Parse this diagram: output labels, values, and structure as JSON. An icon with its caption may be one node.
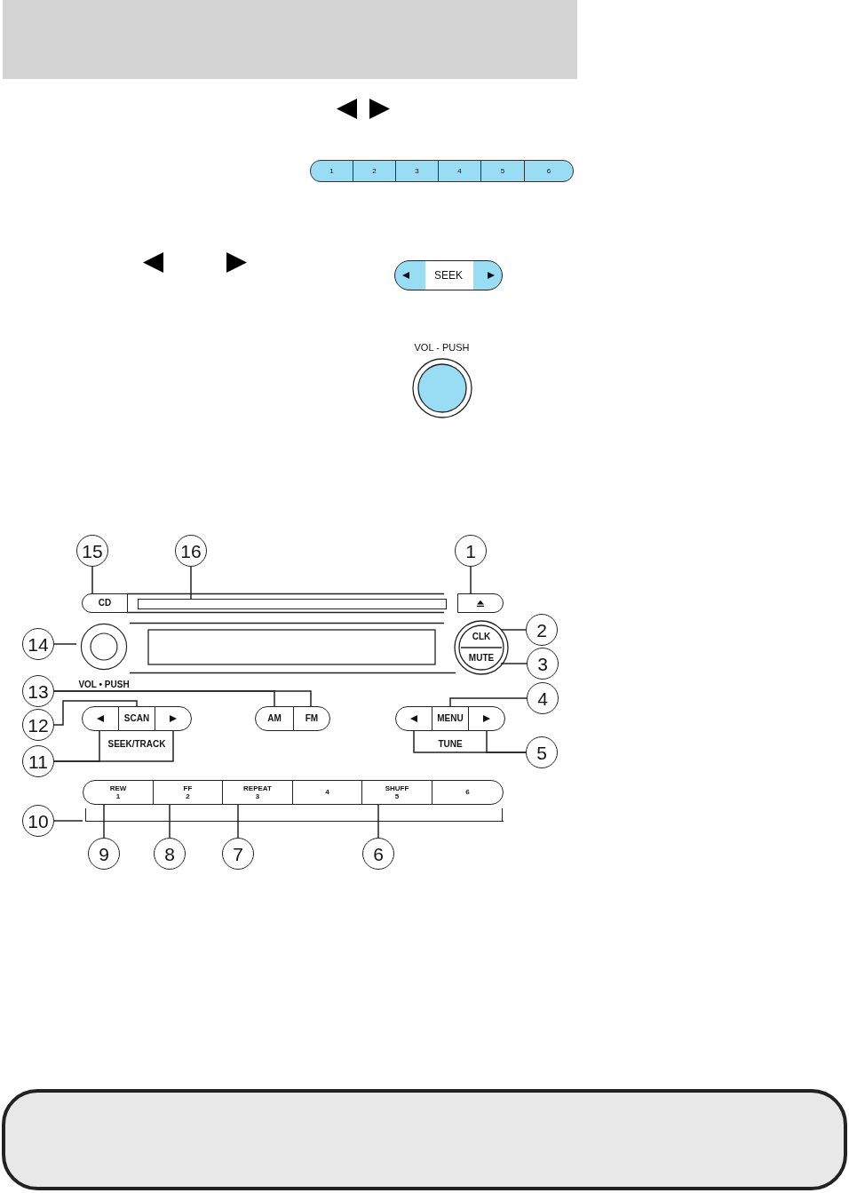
{
  "diagram": {
    "nodes": [
      {
        "text": [
          "1"
        ]
      },
      {
        "text": [
          "2"
        ]
      },
      {
        "text": [
          "3"
        ]
      },
      {
        "text": [
          "4"
        ]
      },
      {
        "text": [
          "5"
        ]
      },
      {
        "text": [
          "6"
        ]
      },
      {
        "text": [
          "SEEK"
        ]
      },
      {
        "text": [
          "VOL - PUSH"
        ]
      },
      {
        "text": [
          "15"
        ]
      },
      {
        "text": [
          "16"
        ]
      },
      {
        "text": [
          "1"
        ]
      },
      {
        "text": [
          "CD"
        ]
      },
      {
        "text": [],
        "shape": "box"
      },
      {
        "text": [],
        "shape": "box"
      },
      {
        "text": [
          "14"
        ]
      },
      {
        "text": [
          "VOL • PUSH"
        ]
      },
      {
        "text": [
          "2"
        ]
      },
      {
        "text": [
          "CLK"
        ]
      },
      {
        "text": [
          "3"
        ]
      },
      {
        "text": [
          "MUTE"
        ]
      },
      {
        "text": [
          "13"
        ]
      },
      {
        "text": [
          "AM"
        ]
      },
      {
        "text": [
          "FM"
        ]
      },
      {
        "text": [
          "12"
        ]
      },
      {
        "text": [
          "SCAN"
        ]
      },
      {
        "text": [],
        "shape": "box"
      },
      {
        "text": [],
        "shape": "box"
      },
      {
        "text": [
          "4"
        ]
      },
      {
        "text": [
          "MENU"
        ]
      },
      {
        "text": [],
        "shape": "box"
      },
      {
        "text": [],
        "shape": "box"
      },
      {
        "text": [
          "11"
        ]
      },
      {
        "text": [
          "5"
        ]
      },
      {
        "text": [],
        "shape": "bar"
      },
      {
        "text": [
          "REW",
          "1"
        ],
        "in": 33
      },
      {
        "text": [
          "FF",
          "2"
        ],
        "in": 33
      },
      {
        "text": [
          "REPEAT",
          "3"
        ],
        "in": 33
      },
      {
        "text": [
          "4"
        ],
        "in": 33
      },
      {
        "text": [
          "SHUFF",
          "5"
        ],
        "in": 33
      },
      {
        "text": [
          "6"
        ],
        "in": 33
      },
      {
        "text": [
          "10"
        ]
      },
      {
        "text": [
          "9"
        ]
      },
      {
        "text": [
          "8"
        ]
      },
      {
        "text": [
          "7"
        ]
      },
      {
        "text": [
          "6"
        ]
      }
    ],
    "edges": [
      {
        "from": 8,
        "to": 11,
        "arrow": "none"
      },
      {
        "from": 9,
        "to": 12,
        "arrow": "none"
      },
      {
        "from": 10,
        "to": 13,
        "arrow": "none"
      },
      {
        "from": 14,
        "to": 15,
        "arrow": "none"
      },
      {
        "from": 16,
        "to": 17,
        "arrow": "none"
      },
      {
        "from": 18,
        "to": 19,
        "arrow": "none"
      },
      {
        "from": 20,
        "to": 21,
        "arrow": "none"
      },
      {
        "from": 20,
        "to": 22,
        "arrow": "none"
      },
      {
        "from": 23,
        "to": 24,
        "arrow": "none"
      },
      {
        "from": 31,
        "to": 25,
        "arrow": "none"
      },
      {
        "from": 31,
        "to": 26,
        "arrow": "none"
      },
      {
        "from": 27,
        "to": 28,
        "arrow": "none"
      },
      {
        "from": 32,
        "to": 29,
        "arrow": "none"
      },
      {
        "from": 32,
        "to": 30,
        "arrow": "none"
      },
      {
        "from": 40,
        "to": 33,
        "arrow": "none"
      },
      {
        "from": 41,
        "to": 34,
        "arrow": "none"
      },
      {
        "from": 42,
        "to": 35,
        "arrow": "none"
      },
      {
        "from": 43,
        "to": 36,
        "arrow": "none"
      },
      {
        "from": 44,
        "to": 38,
        "arrow": "none"
      }
    ],
    "labels": [
      "SEEK/TRACK",
      "TUNE"
    ]
  }
}
